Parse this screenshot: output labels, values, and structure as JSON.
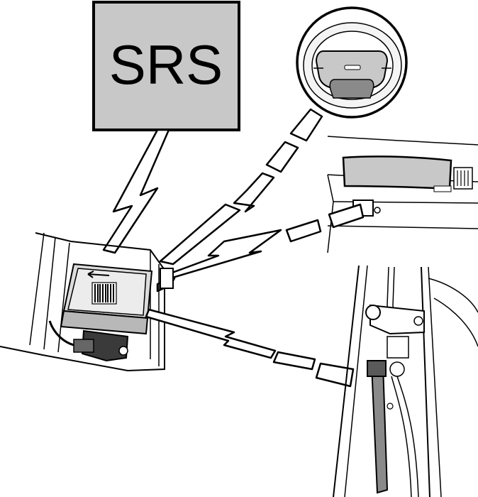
{
  "warning_light": {
    "label": "SRS"
  },
  "colors": {
    "panel_fill": "#c8c8c8",
    "line": "#000000",
    "background": "#ffffff",
    "module_fill": "#dcdcdc"
  },
  "components": [
    "srs-warning-light",
    "steering-wheel-airbag",
    "passenger-airbag",
    "srs-control-module",
    "seat-belt-tensioner"
  ]
}
